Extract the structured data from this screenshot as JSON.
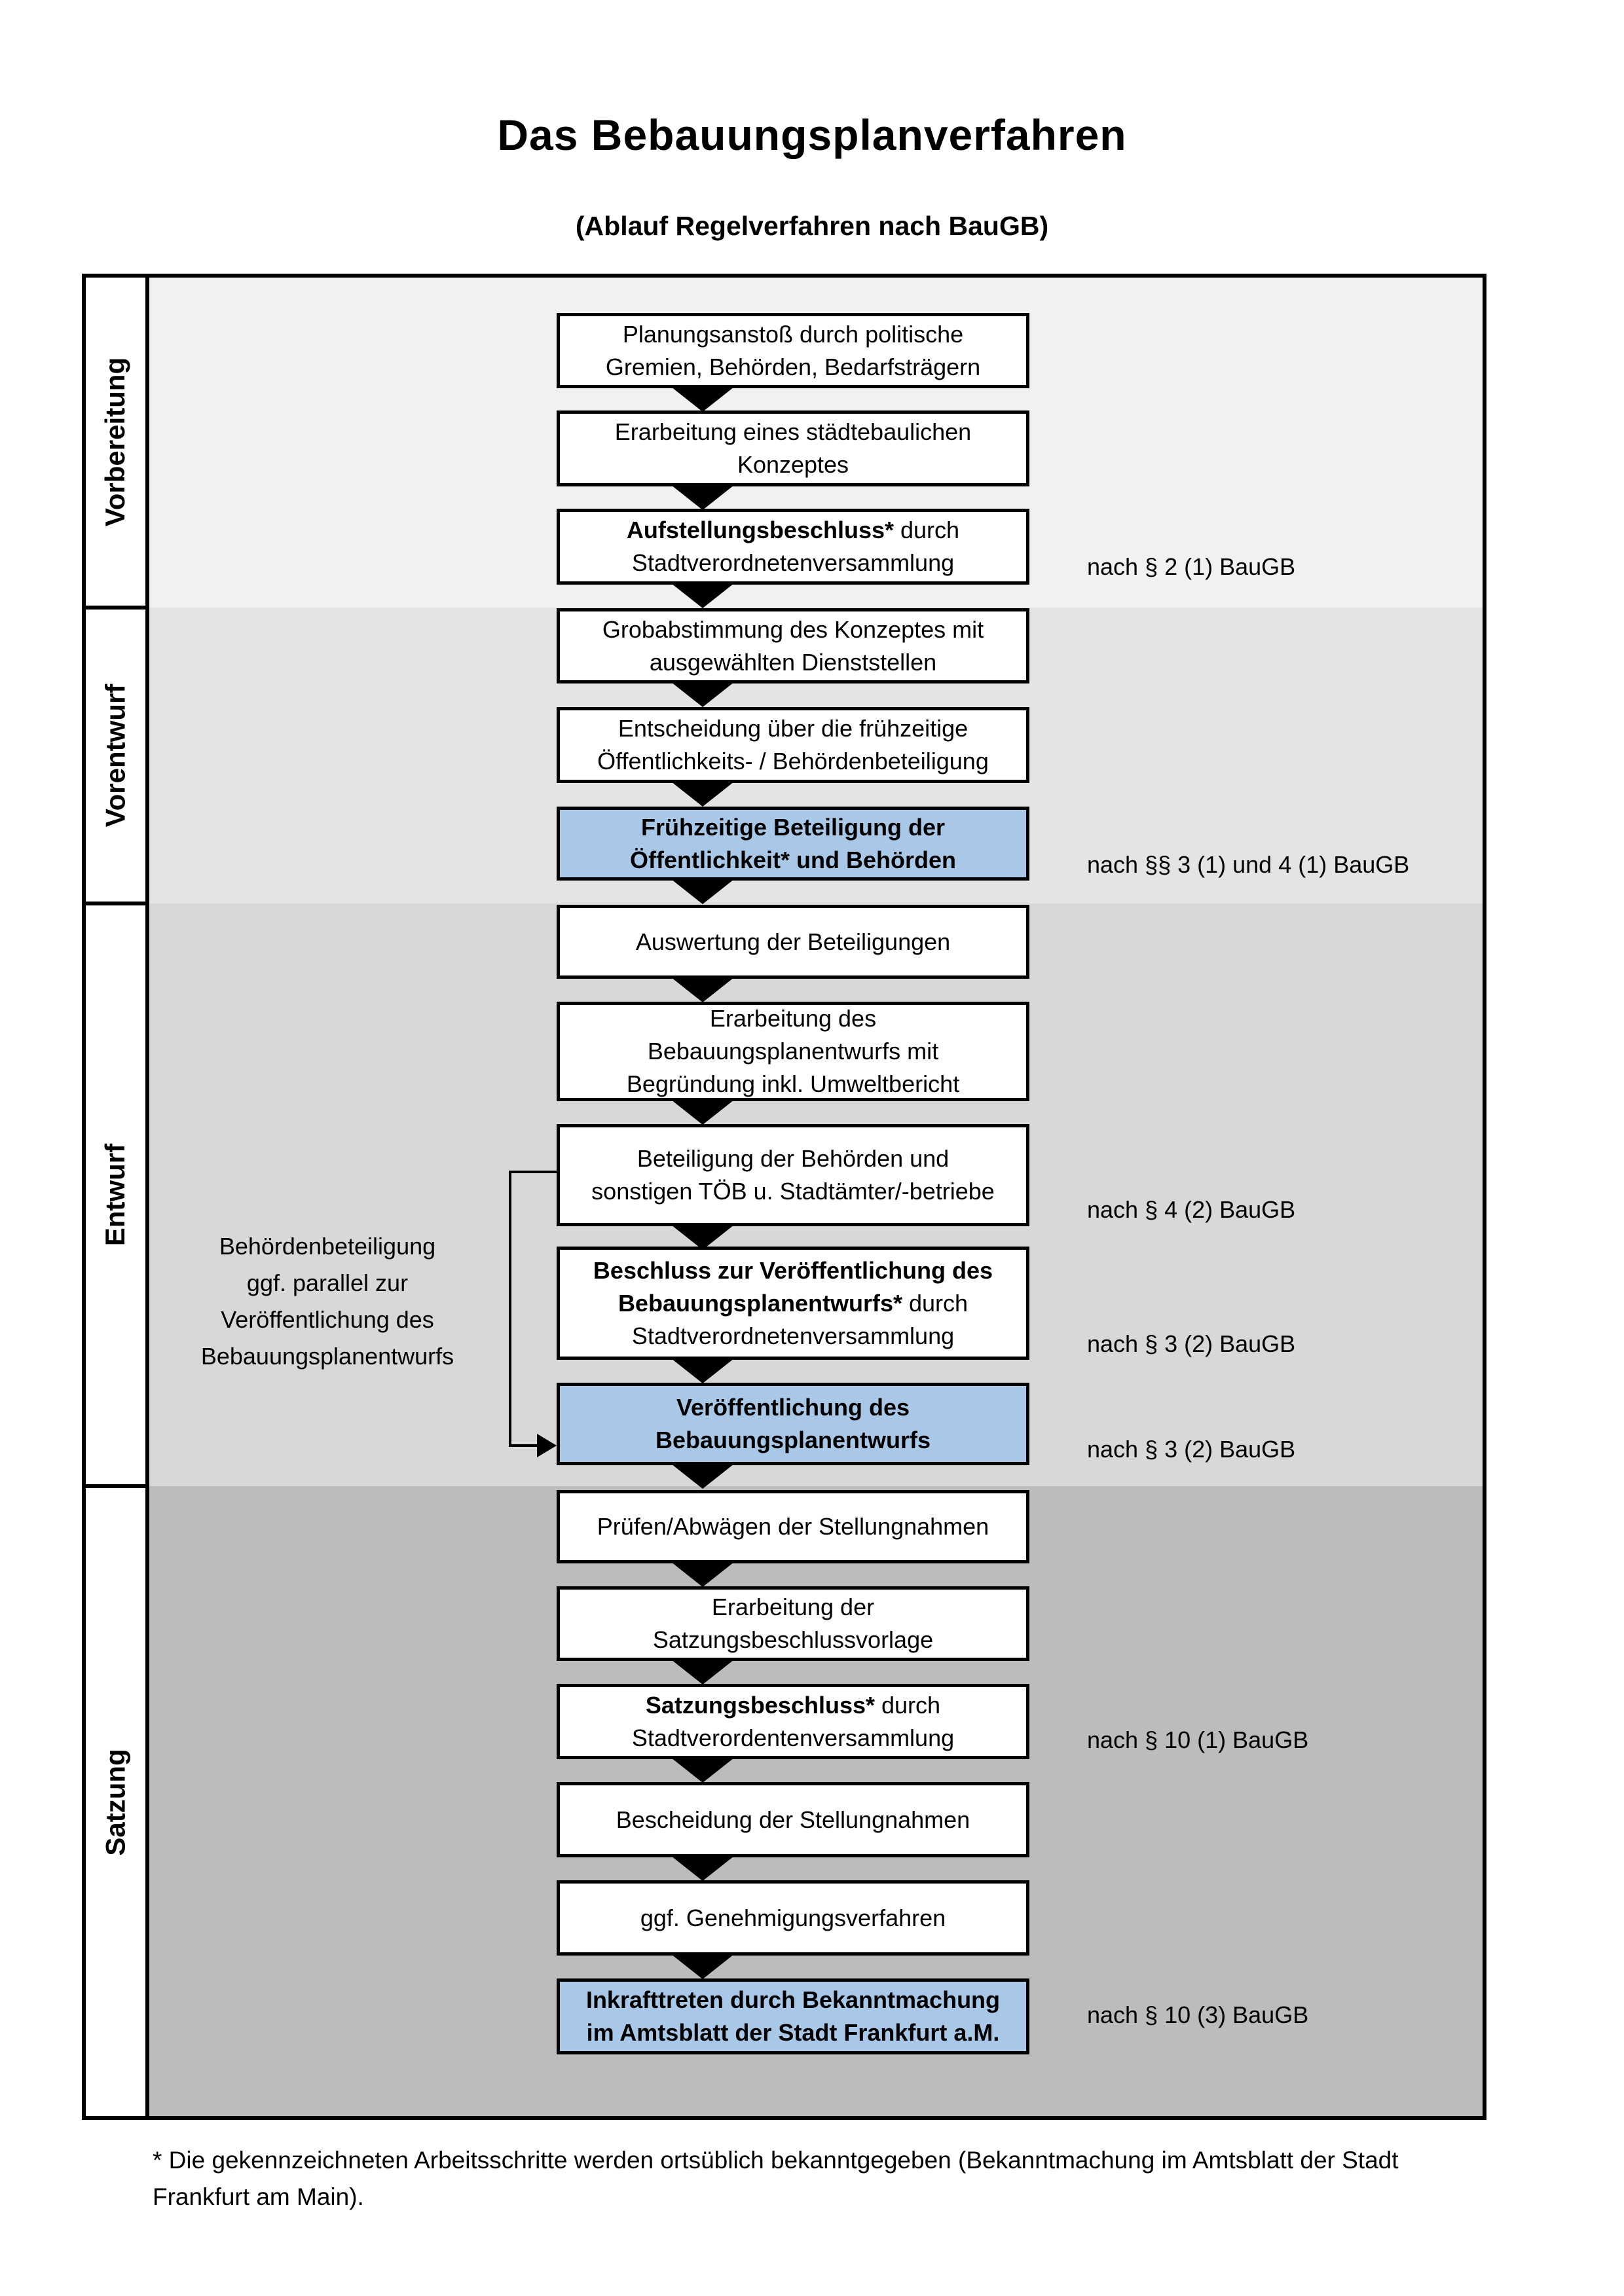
{
  "title": "Das Bebauungsplanverfahren",
  "subtitle": "(Ablauf Regelverfahren nach BauGB)",
  "phases": [
    {
      "label": "Vorbereitung"
    },
    {
      "label": "Vorentwurf"
    },
    {
      "label": "Entwurf"
    },
    {
      "label": "Satzung"
    }
  ],
  "boxes": [
    {
      "highlight": false,
      "lines": [
        [
          {
            "b": false,
            "t": "Planungsanstoß durch politische"
          }
        ],
        [
          {
            "b": false,
            "t": "Gremien, Behörden, Bedarfsträgern"
          }
        ]
      ]
    },
    {
      "highlight": false,
      "lines": [
        [
          {
            "b": false,
            "t": "Erarbeitung eines städtebaulichen"
          }
        ],
        [
          {
            "b": false,
            "t": "Konzeptes"
          }
        ]
      ]
    },
    {
      "highlight": false,
      "lines": [
        [
          {
            "b": true,
            "t": "Aufstellungsbeschluss*"
          },
          {
            "b": false,
            "t": " durch"
          }
        ],
        [
          {
            "b": false,
            "t": "Stadtverordnetenversammlung"
          }
        ]
      ]
    },
    {
      "highlight": false,
      "lines": [
        [
          {
            "b": false,
            "t": "Grobabstimmung des Konzeptes mit"
          }
        ],
        [
          {
            "b": false,
            "t": "ausgewählten Dienststellen"
          }
        ]
      ]
    },
    {
      "highlight": false,
      "lines": [
        [
          {
            "b": false,
            "t": "Entscheidung über die frühzeitige"
          }
        ],
        [
          {
            "b": false,
            "t": "Öffentlichkeits- / Behördenbeteiligung"
          }
        ]
      ]
    },
    {
      "highlight": true,
      "lines": [
        [
          {
            "b": true,
            "t": "Frühzeitige Beteiligung der"
          }
        ],
        [
          {
            "b": true,
            "t": "Öffentlichkeit* und Behörden"
          }
        ]
      ]
    },
    {
      "highlight": false,
      "lines": [
        [
          {
            "b": false,
            "t": "Auswertung der Beteiligungen"
          }
        ]
      ]
    },
    {
      "highlight": false,
      "lines": [
        [
          {
            "b": false,
            "t": "Erarbeitung des"
          }
        ],
        [
          {
            "b": false,
            "t": "Bebauungsplanentwurfs mit"
          }
        ],
        [
          {
            "b": false,
            "t": "Begründung inkl. Umweltbericht"
          }
        ]
      ]
    },
    {
      "highlight": false,
      "lines": [
        [
          {
            "b": false,
            "t": "Beteiligung der Behörden und"
          }
        ],
        [
          {
            "b": false,
            "t": "sonstigen TÖB u. Stadtämter/-betriebe"
          }
        ]
      ]
    },
    {
      "highlight": false,
      "lines": [
        [
          {
            "b": true,
            "t": "Beschluss zur Veröffentlichung des"
          }
        ],
        [
          {
            "b": true,
            "t": "Bebauungsplanentwurfs*"
          },
          {
            "b": false,
            "t": " durch"
          }
        ],
        [
          {
            "b": false,
            "t": "Stadtverordnetenversammlung"
          }
        ]
      ]
    },
    {
      "highlight": true,
      "lines": [
        [
          {
            "b": true,
            "t": "Veröffentlichung des"
          }
        ],
        [
          {
            "b": true,
            "t": "Bebauungsplanentwurfs"
          }
        ]
      ]
    },
    {
      "highlight": false,
      "lines": [
        [
          {
            "b": false,
            "t": "Prüfen/Abwägen der Stellungnahmen"
          }
        ]
      ]
    },
    {
      "highlight": false,
      "lines": [
        [
          {
            "b": false,
            "t": "Erarbeitung der"
          }
        ],
        [
          {
            "b": false,
            "t": "Satzungsbeschlussvorlage"
          }
        ]
      ]
    },
    {
      "highlight": false,
      "lines": [
        [
          {
            "b": true,
            "t": "Satzungsbeschluss*"
          },
          {
            "b": false,
            "t": " durch"
          }
        ],
        [
          {
            "b": false,
            "t": "Stadtverordentenversammlung"
          }
        ]
      ]
    },
    {
      "highlight": false,
      "lines": [
        [
          {
            "b": false,
            "t": "Bescheidung der Stellungnahmen"
          }
        ]
      ]
    },
    {
      "highlight": false,
      "lines": [
        [
          {
            "b": false,
            "t": "ggf. Genehmigungsverfahren"
          }
        ]
      ]
    },
    {
      "highlight": true,
      "lines": [
        [
          {
            "b": true,
            "t": "Inkrafttreten"
          },
          {
            "b": false,
            "t": " durch Bekanntmachung"
          }
        ],
        [
          {
            "b": false,
            "t": "im Amtsblatt der Stadt Frankfurt a.M."
          }
        ]
      ]
    }
  ],
  "references": [
    "nach § 2 (1) BauGB",
    "nach §§ 3 (1) und 4 (1) BauGB",
    "nach § 4 (2) BauGB",
    "nach § 3 (2) BauGB",
    "nach § 3 (2) BauGB",
    "nach § 10 (1) BauGB",
    "nach § 10 (3) BauGB"
  ],
  "side_note": {
    "text": "Behördenbeteiligung\nggf. parallel zur\nVeröffentlichung des\nBebauungsplanentwurfs"
  },
  "footnote": "* Die gekennzeichneten Arbeitsschritte werden ortsüblich bekanntgegeben (Bekanntmachung im Amtsblatt  der Stadt Frankfurt am Main).",
  "colors": {
    "highlight_blue": "#a9c8e8",
    "phase_bg_vorbereitung": "#f1f1f1",
    "phase_bg_vorentwurf": "#e4e4e4",
    "phase_bg_entwurf": "#d8d8d8",
    "phase_bg_satzung": "#bcbcbc",
    "border": "#000000"
  }
}
